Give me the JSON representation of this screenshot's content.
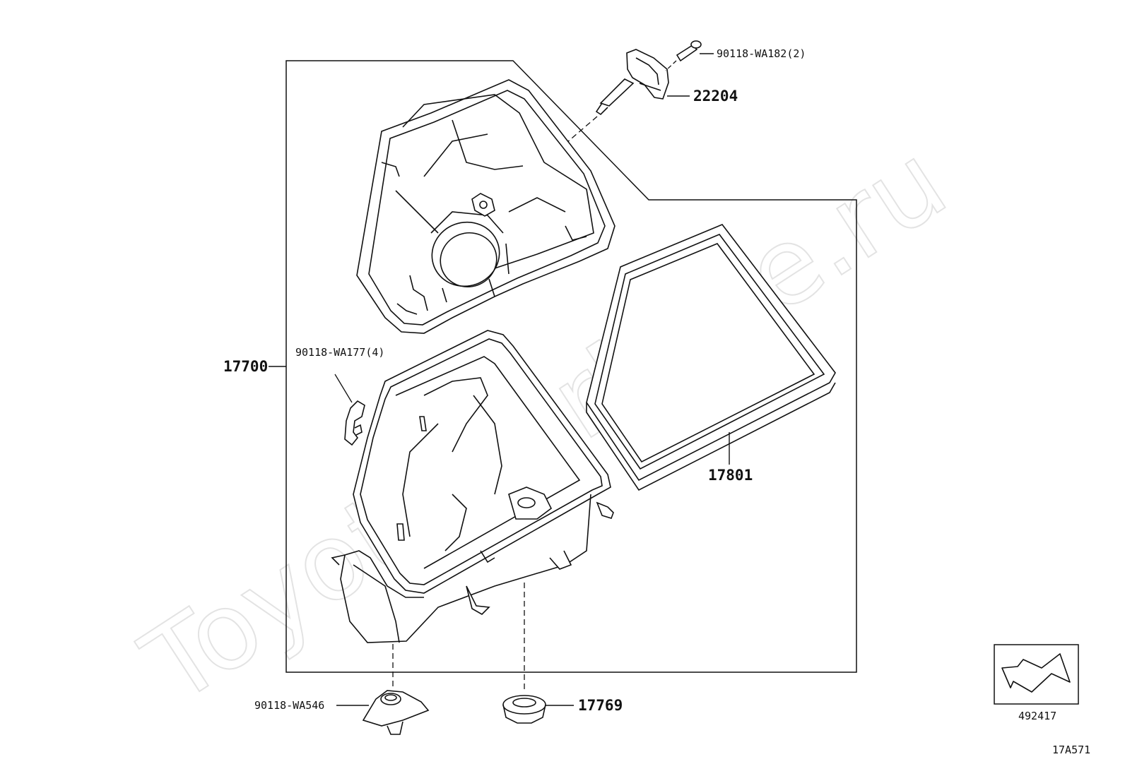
{
  "watermark": "ToyotaCarMine.ru",
  "labels": {
    "bolt_top": "90118-WA182(2)",
    "sensor": "22204",
    "clip": "90118-WA177(4)",
    "assembly": "17700",
    "filter": "17801",
    "bottom_left_part": "90118-WA546",
    "grommet": "17769"
  },
  "inset": {
    "ref": "492417"
  },
  "figure_code": "17A571"
}
